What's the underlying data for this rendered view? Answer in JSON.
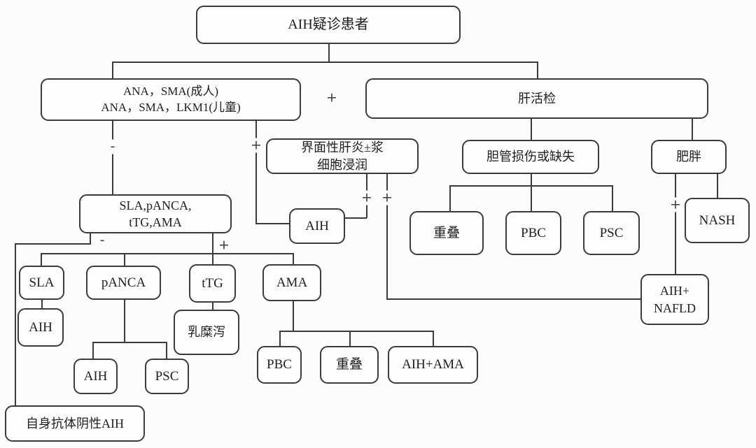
{
  "diagram": {
    "nodes": {
      "root": {
        "label": "AIH疑诊患者"
      },
      "serology": {
        "label": "ANA，SMA(成人)\nANA，SMA，LKM1(儿童)"
      },
      "biopsy": {
        "label": "肝活检"
      },
      "interface": {
        "label": "界面性肝炎±浆\n细胞浸润"
      },
      "bileduct": {
        "label": "胆管损伤或缺失"
      },
      "obesity": {
        "label": "肥胖"
      },
      "aih_mid": {
        "label": "AIH"
      },
      "overlap1": {
        "label": "重叠"
      },
      "pbc1": {
        "label": "PBC"
      },
      "psc1": {
        "label": "PSC"
      },
      "nash": {
        "label": "NASH"
      },
      "aih_nafld": {
        "label": "AIH+\nNAFLD"
      },
      "panel": {
        "label": "SLA,pANCA,\ntTG,AMA"
      },
      "sla": {
        "label": "SLA"
      },
      "panca": {
        "label": "pANCA"
      },
      "ttg": {
        "label": "tTG"
      },
      "ama": {
        "label": "AMA"
      },
      "aih_sla": {
        "label": "AIH"
      },
      "celiac": {
        "label": "乳糜泻"
      },
      "aih_panca": {
        "label": "AIH"
      },
      "psc_panca": {
        "label": "PSC"
      },
      "pbc2": {
        "label": "PBC"
      },
      "overlap2": {
        "label": "重叠"
      },
      "aih_ama": {
        "label": "AIH+AMA"
      },
      "autoneg": {
        "label": "自身抗体阴性AIH"
      }
    },
    "edge_labels": {
      "plus": "+",
      "minus": "-"
    },
    "line_color": "#3b3b3b",
    "background_color": "#fcfcfc"
  }
}
